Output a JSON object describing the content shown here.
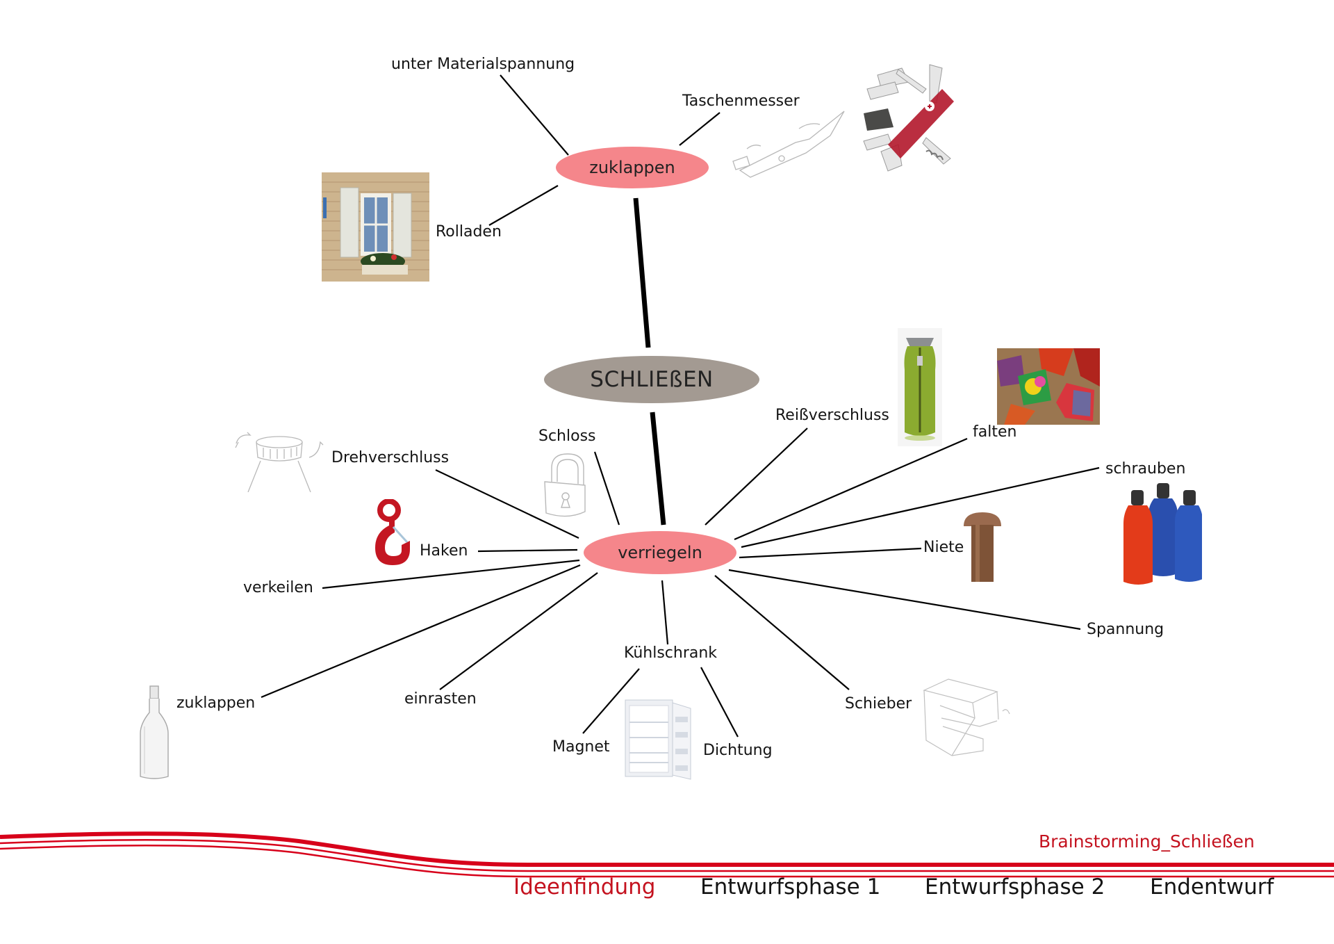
{
  "title": "Brainstorming_Schließen",
  "colors": {
    "accent_red": "#d7001a",
    "sub_node": "#f5868b",
    "root_node": "#a39a92"
  },
  "mindmap": {
    "root": {
      "label": "SCHLIEßEN"
    },
    "branches": [
      {
        "label": "zuklappen",
        "children": [
          {
            "label": "unter Materialspannung"
          },
          {
            "label": "Taschenmesser",
            "images": [
              "pocket-knife-sketch",
              "swiss-army-knife-photo"
            ]
          },
          {
            "label": "Rolladen",
            "images": [
              "window-shutters-photo"
            ]
          }
        ]
      },
      {
        "label": "verriegeln",
        "children": [
          {
            "label": "Schloss",
            "images": [
              "padlock-sketch"
            ]
          },
          {
            "label": "Drehverschluss",
            "images": [
              "screw-cap-sketch"
            ]
          },
          {
            "label": "Haken",
            "images": [
              "red-hook-photo"
            ]
          },
          {
            "label": "verkeilen"
          },
          {
            "label": "zuklappen",
            "images": [
              "swing-top-bottle-photo"
            ]
          },
          {
            "label": "einrasten"
          },
          {
            "label": "Kühlschrank",
            "images": [
              "fridge-photo"
            ],
            "children": [
              {
                "label": "Magnet"
              },
              {
                "label": "Dichtung"
              }
            ]
          },
          {
            "label": "Schieber",
            "images": [
              "drawer-sketch"
            ]
          },
          {
            "label": "Spannung"
          },
          {
            "label": "Niete",
            "images": [
              "rivet-photo"
            ]
          },
          {
            "label": "schrauben",
            "images": [
              "water-bottles-photo"
            ]
          },
          {
            "label": "falten",
            "images": [
              "origami-photo"
            ]
          },
          {
            "label": "Reißverschluss",
            "images": [
              "zipper-carafe-photo"
            ]
          }
        ]
      }
    ]
  },
  "footer": {
    "title": "Brainstorming_Schließen",
    "nav": [
      {
        "label": "Ideenfindung",
        "active": true
      },
      {
        "label": "Entwurfsphase 1",
        "active": false
      },
      {
        "label": "Entwurfsphase 2",
        "active": false
      },
      {
        "label": "Endentwurf",
        "active": false
      }
    ]
  }
}
